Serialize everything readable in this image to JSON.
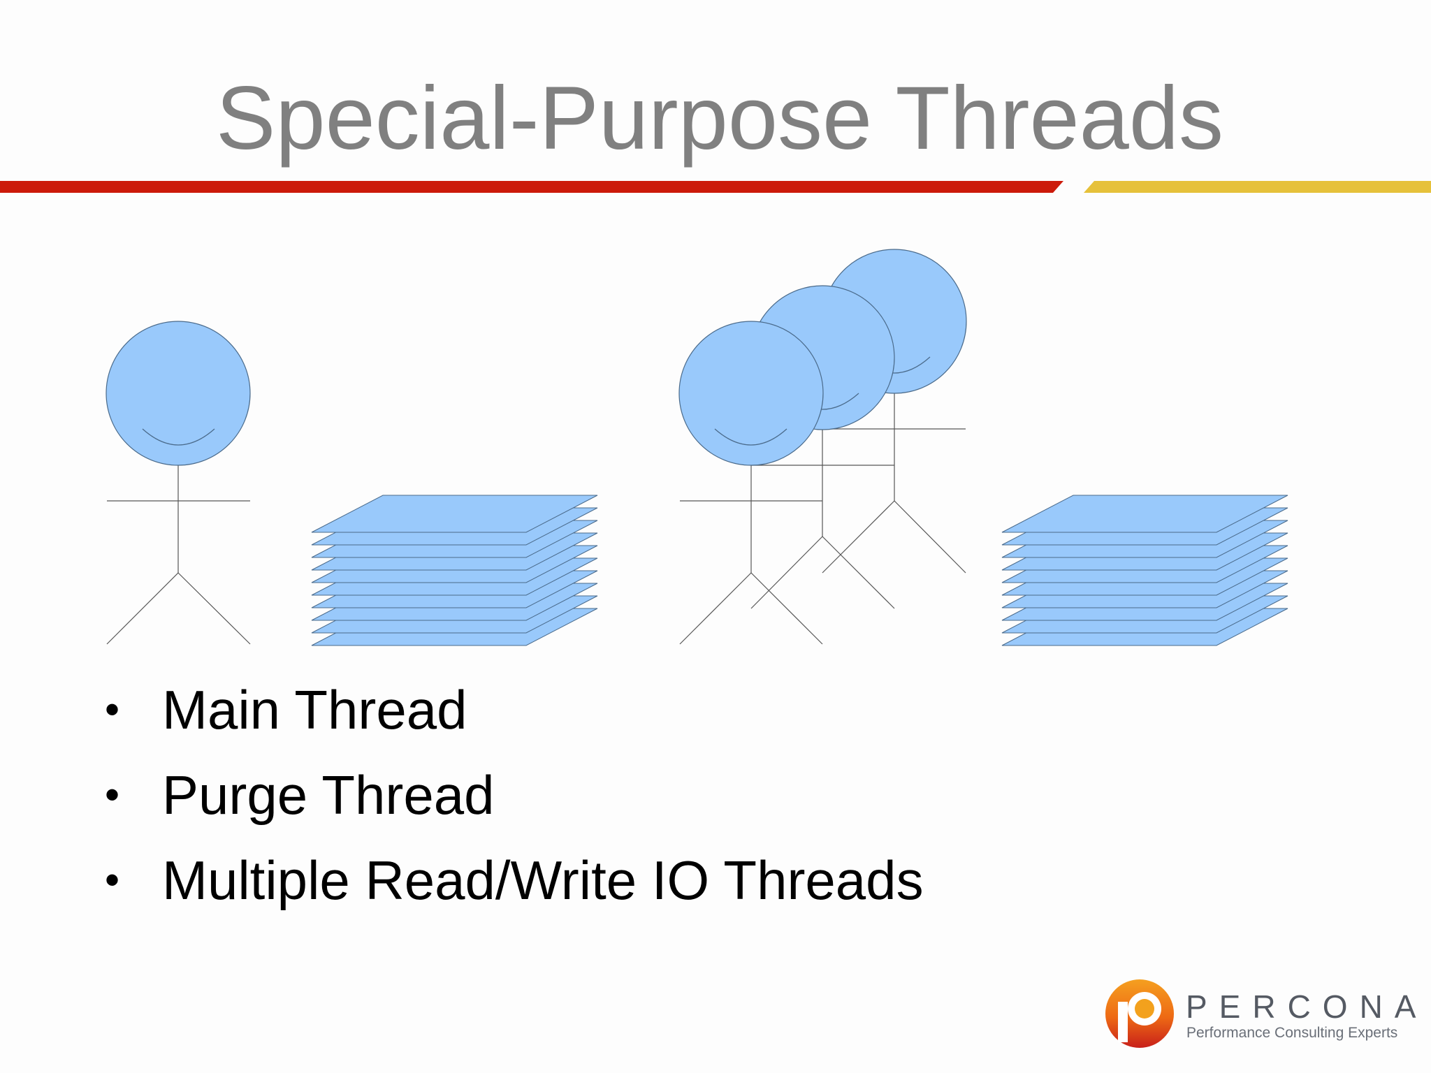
{
  "slide": {
    "title": "Special-Purpose Threads"
  },
  "bullets": [
    {
      "marker": "•",
      "text": "Main Thread"
    },
    {
      "marker": "•",
      "text": "Purge Thread"
    },
    {
      "marker": "•",
      "text": "Multiple Read/Write IO Threads"
    }
  ],
  "logo": {
    "wordmark": "PERCONA",
    "tagline": "Performance Consulting Experts"
  },
  "colors": {
    "title": "#808080",
    "rule_red": "#cc1a0a",
    "rule_yellow": "#e6c13a",
    "figure_fill": "#99c9fb",
    "logo_orange": "#f07d16",
    "logo_red": "#d0241a"
  },
  "diagram": {
    "single_thread_figures": 1,
    "multi_thread_figures": 3,
    "stack_sheets": 10
  }
}
